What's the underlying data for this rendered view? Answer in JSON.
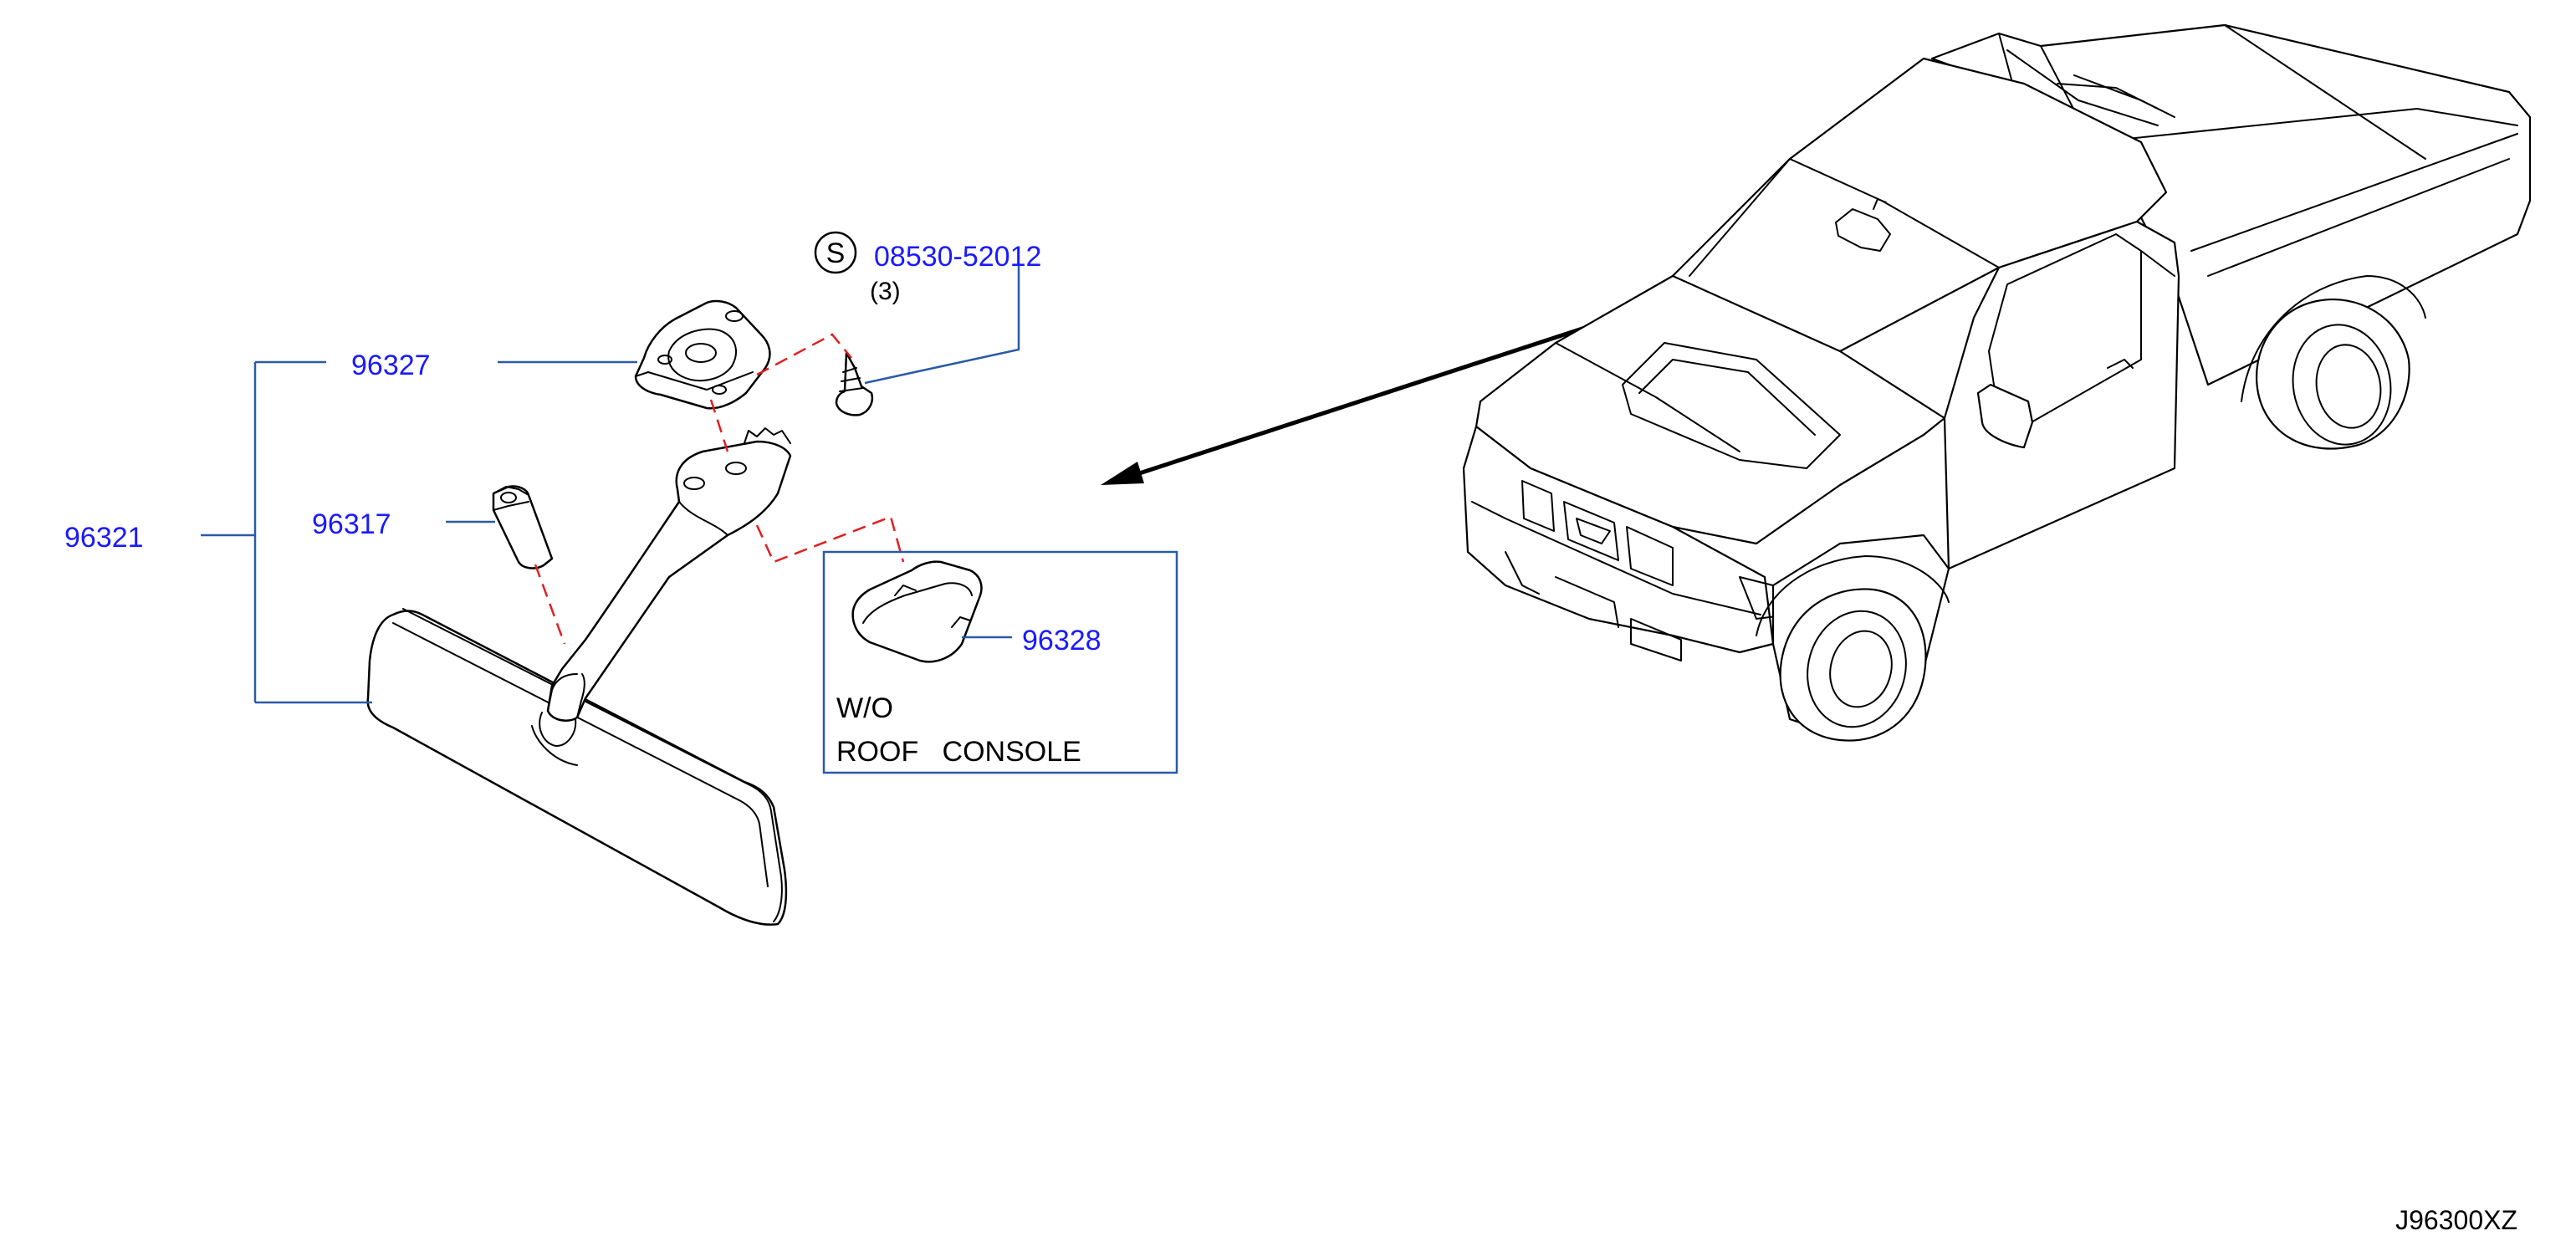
{
  "callouts": {
    "assembly": "96321",
    "base": "96327",
    "cover": "96317",
    "screw_symbol": "S",
    "screw_part": "08530-52012",
    "screw_qty": "(3)",
    "alt_cover": "96328"
  },
  "variant_box": {
    "line1": "W/O",
    "line2": "ROOF   CONSOLE"
  },
  "diagram_code": "J96300XZ",
  "colors": {
    "part_number": "#1a1aff",
    "leader": "#2a5aa8",
    "dashed_link": "#e02020",
    "line_art": "#000000"
  }
}
